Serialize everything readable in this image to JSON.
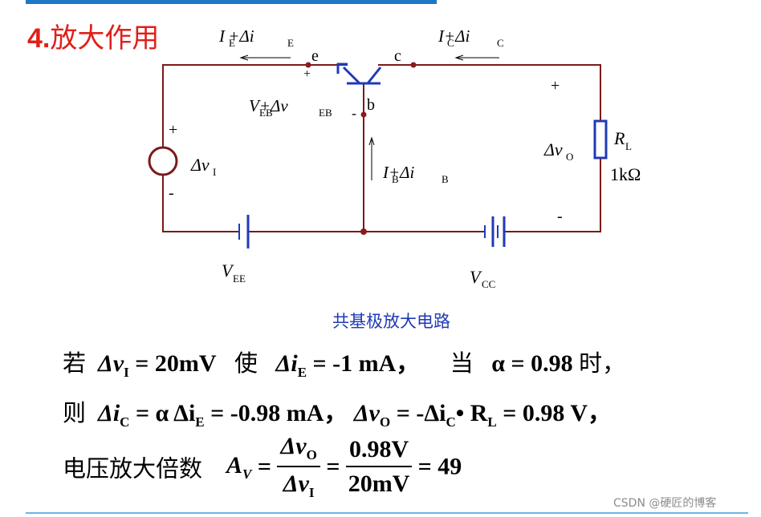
{
  "slide": {
    "heading_number": "4.",
    "heading_text": "放大作用",
    "caption": "共基极放大电路",
    "watermark": "CSDN @硬匠的博客"
  },
  "circuit": {
    "node_e": "e",
    "node_c": "c",
    "node_b": "b",
    "current_e": "I +Δi",
    "current_e_sub1": "E",
    "current_e_sub2": "E",
    "current_c": "I+Δi",
    "current_c_sub1": "C",
    "current_c_sub2": "C",
    "current_b": "I+Δi",
    "current_b_sub1": "B",
    "current_b_sub2": "B",
    "veb_label": "V+Δv",
    "veb_sub1": "EB",
    "veb_sub2": "EB",
    "input_label": "Δv",
    "input_sub": "I",
    "output_label": "Δv",
    "output_sub": "O",
    "rl_label": "R",
    "rl_sub": "L",
    "rl_value": "1kΩ",
    "vee_label": "V",
    "vee_sub": "EE",
    "vcc_label": "V",
    "vcc_sub": "CC",
    "plus": "+",
    "minus": "-"
  },
  "equations": {
    "line1": {
      "prefix": "若",
      "dvi": "Δv",
      "dvi_sub": "I",
      "dvi_value": "= 20mV",
      "word_use": "使",
      "die": "Δi",
      "die_sub": "E",
      "die_value": "= -1 mA，",
      "word_when": "当",
      "alpha": "α = 0.98",
      "word_time": "时，"
    },
    "line2": {
      "prefix": "则",
      "dic": "Δi",
      "dic_sub": "C",
      "eq1": "= α Δi",
      "eq1_sub": "E",
      "eq1_value": "= -0.98 mA，",
      "dvo": "Δv",
      "dvo_sub": "O",
      "eq2": "= -Δi",
      "eq2_sub": "C",
      "eq2_dot": "• R",
      "eq2_sub2": "L",
      "eq2_value": "= 0.98 V，"
    },
    "line3": {
      "prefix": "电压放大倍数",
      "av": "A",
      "av_sub": "V",
      "num1": "Δv",
      "num1_sub": "O",
      "den1": "Δv",
      "den1_sub": "I",
      "num2": "0.98V",
      "den2": "20mV",
      "result": "= 49"
    }
  },
  "colors": {
    "wire": "#7a1a1a",
    "node": "#8b1a1a",
    "battery": "#1f3ab8",
    "transistor": "#1f3ab8",
    "heading": "#e0201a",
    "caption": "#1f3ab8"
  }
}
